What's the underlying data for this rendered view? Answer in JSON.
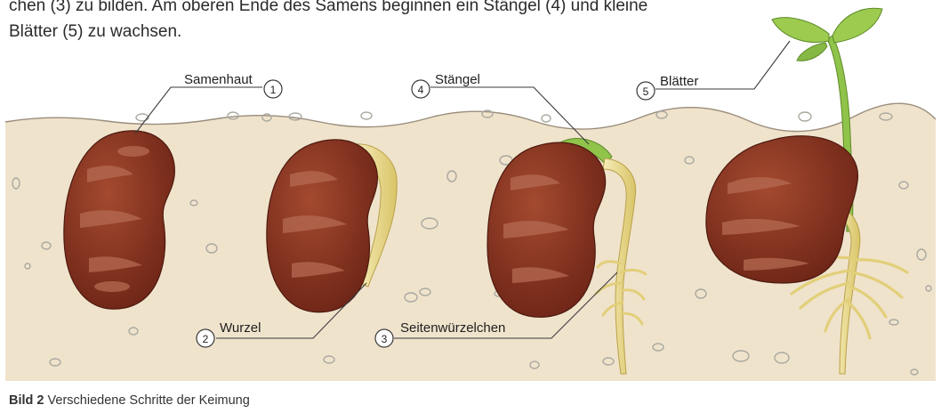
{
  "intro": {
    "line1": "chen (3) zu bilden. Am oberen Ende des Samens beginnen ein Stängel (4) und kleine",
    "line2": "Blätter (5) zu wachsen."
  },
  "labels": [
    {
      "num": "1",
      "text": "Samenhaut"
    },
    {
      "num": "2",
      "text": "Wurzel"
    },
    {
      "num": "3",
      "text": "Seitenwürzelchen"
    },
    {
      "num": "4",
      "text": "Stängel"
    },
    {
      "num": "5",
      "text": "Blätter"
    }
  ],
  "caption": {
    "label": "Bild 2",
    "text": "Verschiedene Schritte der Keimung"
  },
  "colors": {
    "soil": "#f0e3cc",
    "seed": "#8e3a26",
    "seed_mottle": "#b46850",
    "root": "#f3e7a6",
    "stem": "#8fc34a",
    "leaf": "#9ccb4f"
  }
}
